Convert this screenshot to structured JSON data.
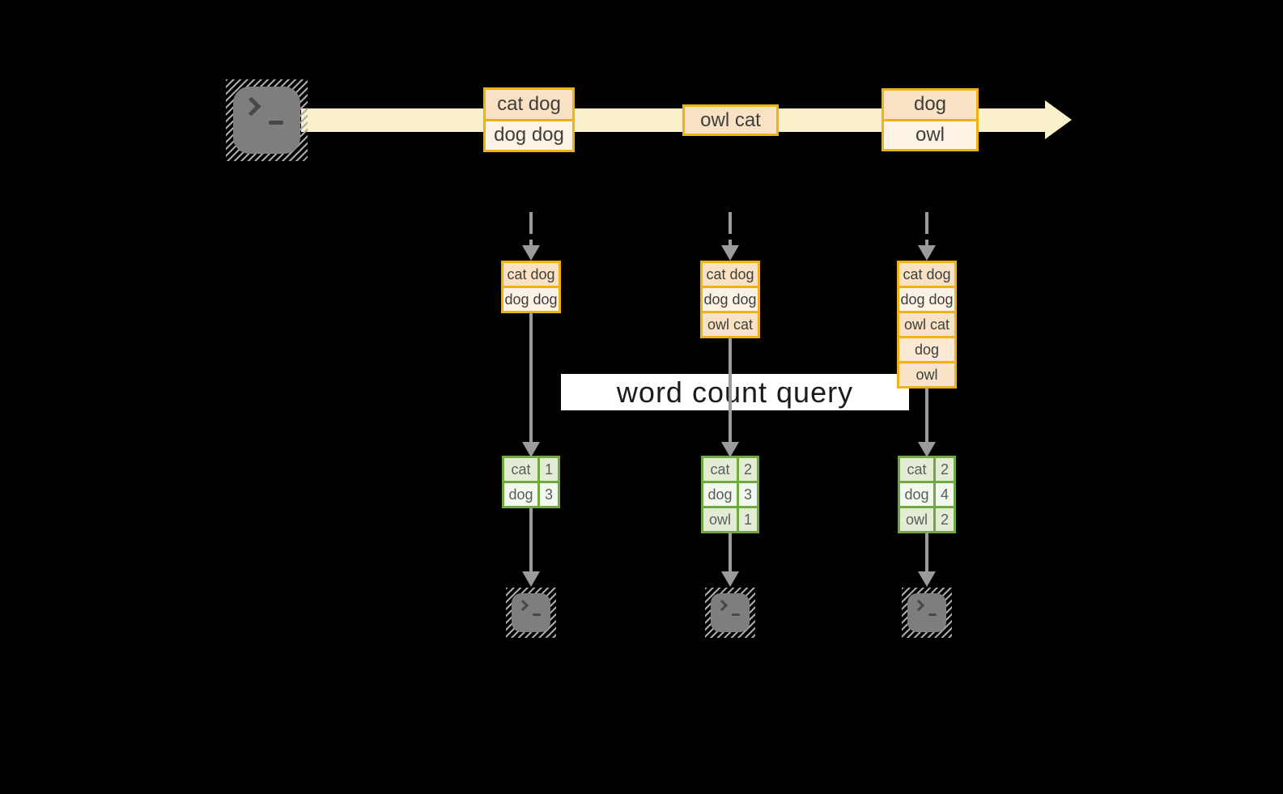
{
  "query_label": "word count query",
  "colors": {
    "band": "#fbf0cc",
    "gold": "#efb211",
    "green": "#70a93f",
    "arrow": "#9b9b9b",
    "peach": "#f9e2c4",
    "cream": "#fdf3e4",
    "peach_mid": "#fbe9d4",
    "peach_deep": "#f9e3c8",
    "green_dark": "#e3edd6",
    "green_light": "#f3f8ee",
    "icon_gray": "#7e7e7e"
  },
  "stream": {
    "source_icon": "terminal-icon",
    "events": [
      {
        "lines": [
          {
            "text": "cat dog",
            "shade": "peach"
          },
          {
            "text": "dog dog",
            "shade": "cream"
          }
        ]
      },
      {
        "lines": [
          {
            "text": "owl cat",
            "shade": "peach"
          }
        ]
      },
      {
        "lines": [
          {
            "text": "dog",
            "shade": "peach"
          },
          {
            "text": "owl",
            "shade": "cream"
          }
        ]
      }
    ]
  },
  "columns": [
    {
      "state_lines": [
        {
          "text": "cat dog",
          "shade": "peach"
        },
        {
          "text": "dog dog",
          "shade": "cream"
        }
      ],
      "counts": [
        {
          "word": "cat",
          "count": "1",
          "shade": "green_dark"
        },
        {
          "word": "dog",
          "count": "3",
          "shade": "green_light"
        }
      ],
      "sink_icon": "terminal-icon"
    },
    {
      "state_lines": [
        {
          "text": "cat dog",
          "shade": "peach"
        },
        {
          "text": "dog dog",
          "shade": "cream"
        },
        {
          "text": "owl cat",
          "shade": "peach"
        }
      ],
      "counts": [
        {
          "word": "cat",
          "count": "2",
          "shade": "green_dark"
        },
        {
          "word": "dog",
          "count": "3",
          "shade": "green_light"
        },
        {
          "word": "owl",
          "count": "1",
          "shade": "green_dark"
        }
      ],
      "sink_icon": "terminal-icon"
    },
    {
      "state_lines": [
        {
          "text": "cat dog",
          "shade": "peach"
        },
        {
          "text": "dog dog",
          "shade": "cream"
        },
        {
          "text": "owl cat",
          "shade": "peach"
        },
        {
          "text": "dog",
          "shade": "peach_mid"
        },
        {
          "text": "owl",
          "shade": "peach_deep"
        }
      ],
      "counts": [
        {
          "word": "cat",
          "count": "2",
          "shade": "green_dark"
        },
        {
          "word": "dog",
          "count": "4",
          "shade": "green_light"
        },
        {
          "word": "owl",
          "count": "2",
          "shade": "green_dark"
        }
      ],
      "sink_icon": "terminal-icon"
    }
  ]
}
